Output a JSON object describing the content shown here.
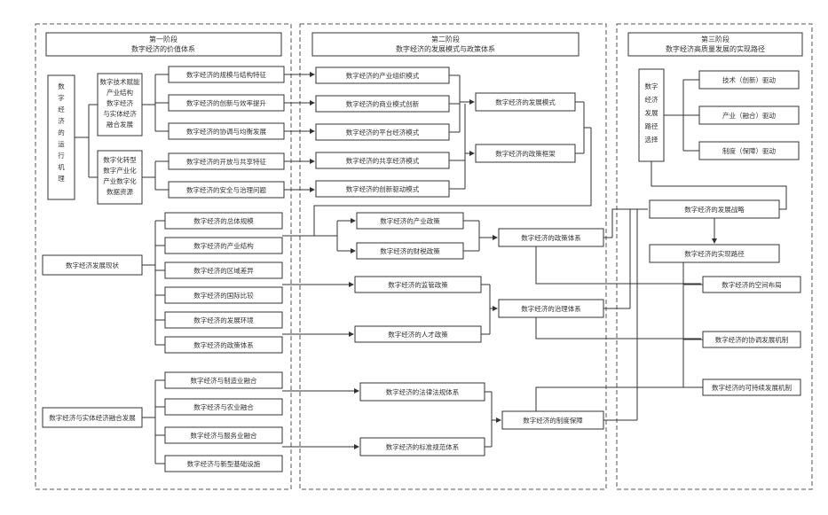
{
  "panel1": {
    "title": [
      "第一阶段",
      "数字经济的价值体系"
    ],
    "root": "数字经济的运行机理",
    "group_a": [
      "数字技术赋能",
      "产业结构",
      "数字经济",
      "与实体经济",
      "融合发展"
    ],
    "group_b": [
      "数字化转型",
      "数字产业化",
      "产业数字化",
      "数据资源"
    ],
    "items_a": [
      "数字经济的规模与结构特征",
      "数字经济的创新与效率提升",
      "数字经济的协调与均衡发展"
    ],
    "items_b": [
      "数字经济的开放与共享特征",
      "数字经济的安全与治理问题"
    ],
    "root2": "数字经济发展现状",
    "items_c": [
      "数字经济的总体规模",
      "数字经济的产业结构",
      "数字经济的区域差异",
      "数字经济的国际比较",
      "数字经济的发展环境",
      "数字经济的政策体系"
    ],
    "root3": "数字经济与实体经济融合发展",
    "items_d": [
      "数字经济与制造业融合",
      "数字经济与农业融合",
      "数字经济与服务业融合",
      "数字经济与新型基础设施"
    ]
  },
  "panel2": {
    "title": [
      "第二阶段",
      "数字经济的发展模式与政策体系"
    ],
    "items_a": [
      "数字经济的产业组织模式",
      "数字经济的商业模式创新",
      "数字经济的平台经济模式",
      "数字经济的共享经济模式",
      "数字经济的创新驱动模式"
    ],
    "merge_a": [
      "数字经济的发展模式",
      "数字经济的政策框架"
    ],
    "items_b": [
      "数字经济的产业政策",
      "数字经济的财税政策"
    ],
    "merge_b": "数字经济的政策体系",
    "items_c": [
      "数字经济的监管政策",
      "数字经济的人才政策"
    ],
    "merge_c": "数字经济的治理体系",
    "items_d": [
      "数字经济的法律法规体系",
      "数字经济的标准规范体系"
    ],
    "merge_d": "数字经济的制度保障"
  },
  "panel3": {
    "title": [
      "第三阶段",
      "数字经济高质量发展的实现路径"
    ],
    "root": [
      "数字",
      "经济",
      "发展",
      "路径",
      "选择"
    ],
    "items_a": [
      "技术（创新）驱动",
      "产业（融合）驱动",
      "制度（保障）驱动"
    ],
    "mid_a": "数字经济的发展战略",
    "mid_b": "数字经济的实现路径",
    "items_b": [
      "数字经济的空间布局",
      "数字经济的协调发展机制",
      "数字经济的可持续发展机制"
    ]
  }
}
